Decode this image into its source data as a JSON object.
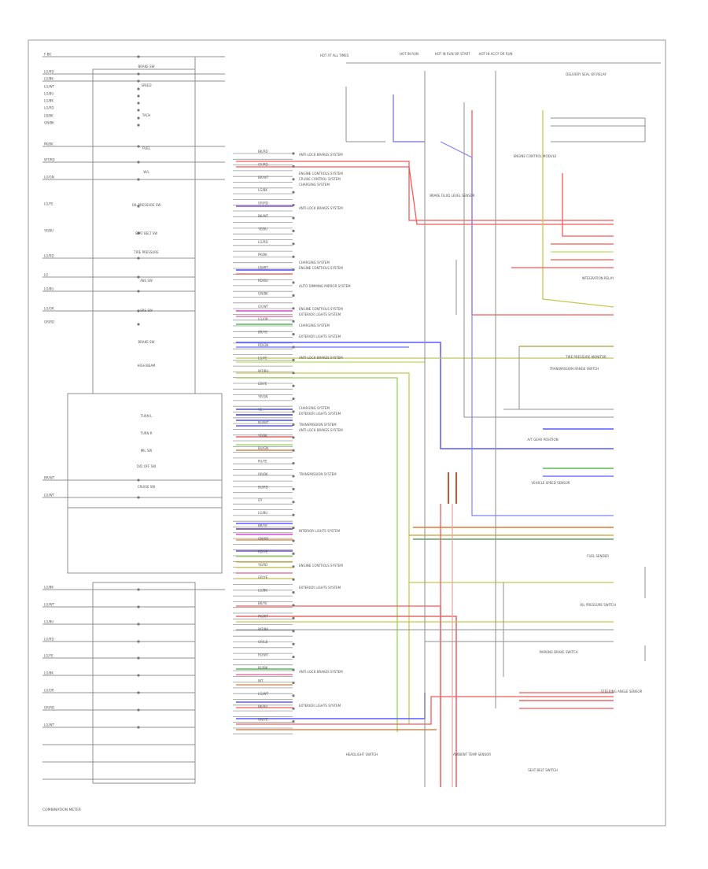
{
  "diagram": {
    "footer_left": "COMBINATION METER",
    "left_pin_labels": [
      "F-BK",
      "LG/RD",
      "LG/BK",
      "LG/WT",
      "LG/BU",
      "LG/BK",
      "LG/RD",
      "LB/BK",
      "GN/BK",
      "PK/BK",
      "WT/RD",
      "LG/GN",
      "LG/YE",
      "YE/BU",
      "LG/RD",
      "LG",
      "LG/BU",
      "LG/OR",
      "GR/RD",
      "BR/WT",
      "LG/WT",
      "LG/BK",
      "LG/WT",
      "LG/BU",
      "LG/RD",
      "LG/YE",
      "LG/BK",
      "LG/OR",
      "GR/RD",
      "LG/WT"
    ],
    "meter_labels": [
      "BRAKE SW",
      "SPEED",
      "TACH",
      "FUEL",
      "W/L",
      "OIL PRESSURE SW",
      "SEAT BELT SW",
      "TIRE PRESSURE",
      "ABS SW",
      "SRS SW",
      "BRAKE SW",
      "HIGH BEAM",
      "TURN L",
      "TURN R",
      "MIL SW",
      "O/D OFF SW",
      "CRUISE SW"
    ],
    "connector_labels": [
      "BK/RD",
      "GY/RD",
      "BR/WT",
      "LG/BK",
      "GR/RD",
      "BK/WT",
      "YE/BU",
      "LG/RD",
      "PK/BK",
      "LB/WT",
      "RD/BU",
      "GN/BK",
      "GY/WT",
      "LG/OR",
      "BR/YE",
      "RD/GN",
      "LG/YE",
      "WT/BU",
      "LB/YE",
      "YE/GN",
      "YE",
      "BU/WT",
      "YE/BK",
      "BU/GN",
      "PU/YE",
      "OR/BK",
      "BU/RD",
      "GY",
      "LG/BU",
      "BR/YE",
      "GN/RD",
      "RD/YE",
      "YE/RD",
      "GR/YE",
      "LG/BK",
      "BK/YE",
      "PK/WT",
      "WT/BK",
      "GR/LB",
      "RD/WT",
      "BU/BK",
      "WT",
      "LG/WT",
      "BK/BU",
      "GN/YE"
    ],
    "system_labels": [
      "ANTI-LOCK BRAKES SYSTEM",
      "ENGINE CONTROLS SYSTEM",
      "CRUISE CONTROL SYSTEM",
      "CHARGING SYSTEM",
      "ANTI-LOCK BRAKES SYSTEM",
      "CHARGING SYSTEM",
      "ENGINE CONTROLS SYSTEM",
      "AUTO DIMMING MIRROR SYSTEM",
      "ENGINE CONTROLS SYSTEM",
      "EXTERIOR LIGHTS SYSTEM",
      "CHARGING SYSTEM",
      "EXTERIOR LIGHTS SYSTEM",
      "ANTI-LOCK BRAKES SYSTEM",
      "CHARGING SYSTEM",
      "EXTERIOR LIGHTS SYSTEM",
      "TRANSMISSION SYSTEM",
      "ANTI-LOCK BRAKES SYSTEM",
      "TRANSMISSION SYSTEM",
      "INTERIOR LIGHTS SYSTEM",
      "ENGINE CONTROLS SYSTEM",
      "EXTERIOR LIGHTS SYSTEM",
      "ANTI-LOCK BRAKES SYSTEM",
      "EXTERIOR LIGHTS SYSTEM"
    ],
    "right_labels": [
      "HOT AT ALL TIMES",
      "HOT IN RUN",
      "HOT IN RUN OR START",
      "HOT IN ACCY OR RUN",
      "DELIVERY SEAL OR RELAY",
      "ENGINE CONTROL MODULE",
      "BRAKE FLUID LEVEL SENSOR",
      "INTEGRATION RELAY",
      "TRANSMISSION RANGE SWITCH",
      "TIRE PRESSURE MONITOR",
      "A/T GEAR POSITION",
      "VEHICLE SPEED SENSOR",
      "FUEL SENDER",
      "OIL PRESSURE SWITCH",
      "PARKING BRAKE SWITCH",
      "SEAT BELT SWITCH",
      "STEERING ANGLE SENSOR",
      "AMBIENT TEMP SENSOR",
      "HEADLIGHT SWITCH"
    ]
  }
}
